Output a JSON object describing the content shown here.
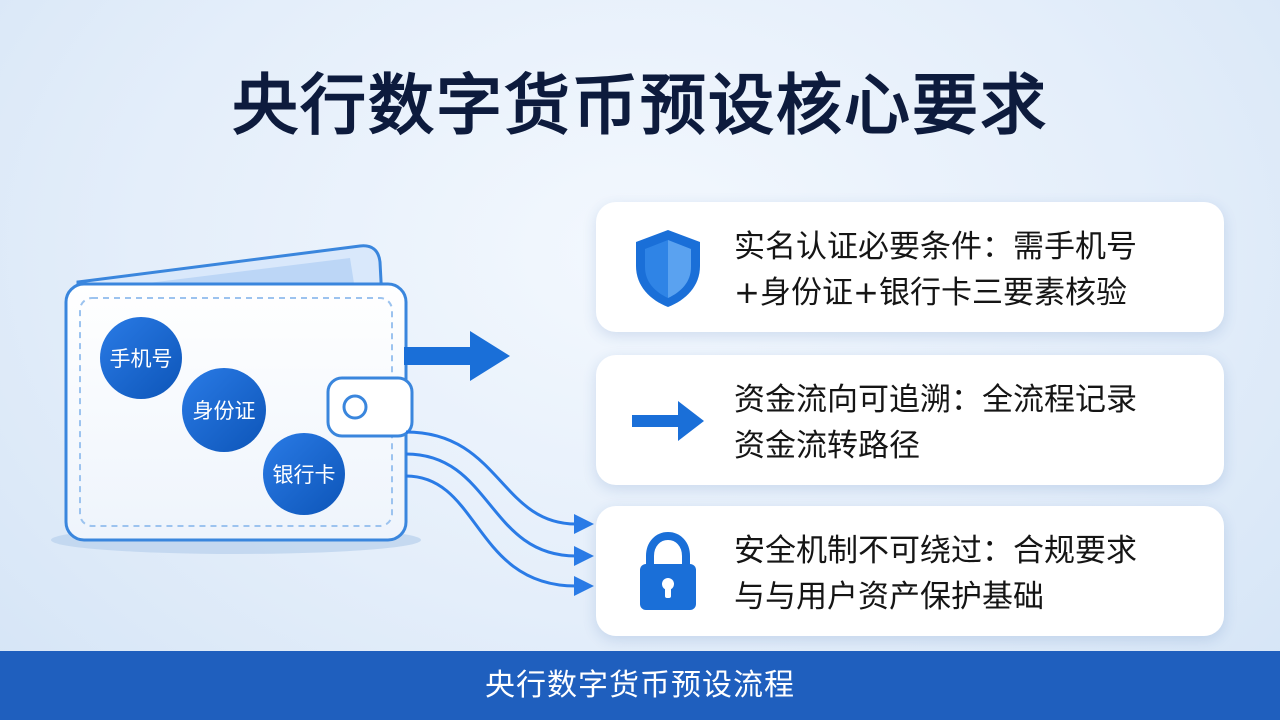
{
  "title": "央行数字货币预设核心要求",
  "wallet": {
    "tags": [
      "手机号",
      "身份证",
      "银行卡"
    ]
  },
  "cards": [
    {
      "icon": "shield-icon",
      "line1": "实名认证必要条件：需手机号",
      "line2": "+身份证+银行卡三要素核验"
    },
    {
      "icon": "arrow-right-icon",
      "line1": "资金流向可追溯：全流程记录",
      "line2": "资金流转路径"
    },
    {
      "icon": "lock-icon",
      "line1": "安全机制不可绕过：合规要求",
      "line2": "与与用户资产保护基础"
    }
  ],
  "footer": {
    "text": "央行数字货币预设流程"
  },
  "colors": {
    "primary": "#1f5fbe",
    "accent": "#1a6fd8",
    "title": "#0d1b3d",
    "background": "#e4eefa"
  }
}
